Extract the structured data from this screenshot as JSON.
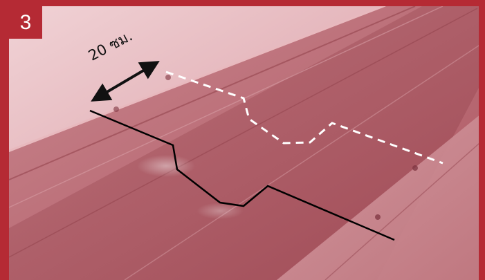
{
  "step": {
    "number": "3"
  },
  "measurement": {
    "label": "20 ซม."
  },
  "colors": {
    "frame": "#b52a34",
    "roof_panel": "#b9646d",
    "cut_line": "#000000",
    "guide_line": "#ffffff"
  },
  "icons": {
    "dimension_arrow": "double-headed-arrow"
  }
}
